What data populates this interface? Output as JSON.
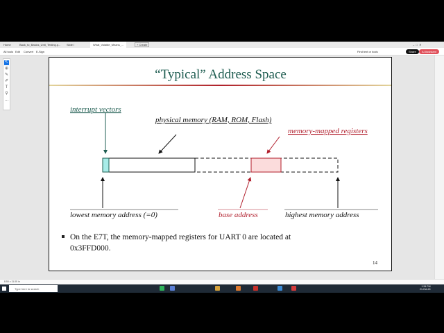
{
  "tabs": {
    "home": "Home",
    "items": [
      "Back_to_Basics_Unit_Testing.p...",
      "Slide I",
      "What_Volatile_Means_..."
    ],
    "create": "+ Create"
  },
  "toolbar": {
    "menu": [
      "All tools",
      "Edit",
      "Convert",
      "E-Sign"
    ],
    "find": "Find text or tools",
    "share": "Share",
    "ai": "AI Assistant"
  },
  "slide": {
    "title": "“Typical” Address Space",
    "labels": {
      "interrupt": "interrupt vectors",
      "physical": "physical memory (RAM, ROM, Flash)",
      "mmr": "memory-mapped registers",
      "lowest": "lowest memory address (=0)",
      "base": "base address",
      "highest": "highest memory address"
    },
    "bullet_line1": "On the E7T, the memory-mapped registers for UART 0 are located at",
    "bullet_line2": "0x3FFD000.",
    "page_number": "14",
    "colors": {
      "title": "#1e5c50",
      "red": "#b01c2a",
      "cyan": "#a8ece8",
      "pink": "#fbdcdc"
    }
  },
  "status": {
    "size": "8.50 x 11.00 in"
  },
  "taskbar": {
    "search_placeholder": "Type here to search",
    "time": "1:34 PM",
    "date": "21-Oct-24"
  }
}
